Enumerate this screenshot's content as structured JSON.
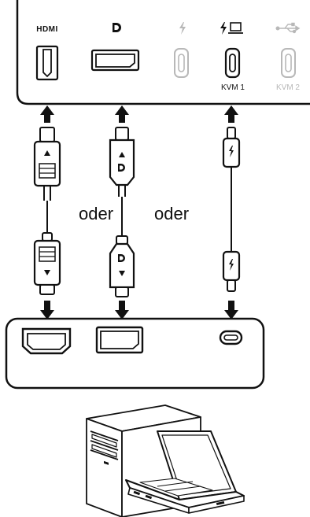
{
  "ports": {
    "hdmi_label": "HDMI",
    "displayport_icon": "displayport-icon",
    "thunderbolt_icon": "thunderbolt-icon",
    "thunderbolt_laptop_icon": "thunderbolt-laptop-icon",
    "usb_icon": "usb-icon",
    "kvm1_label": "KVM 1",
    "kvm2_label": "KVM 2"
  },
  "or_labels": [
    "oder",
    "oder"
  ],
  "colors": {
    "line": "#111111",
    "inactive": "#b8b8b8",
    "background": "#ffffff"
  }
}
